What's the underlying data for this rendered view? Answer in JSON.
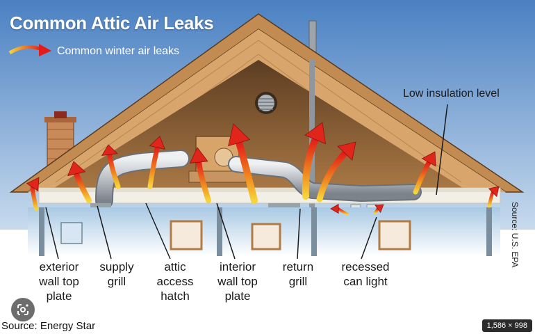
{
  "title": "Common Attic Air Leaks",
  "legend": {
    "label": "Common winter air leaks"
  },
  "annotation": "Low insulation level",
  "credit": "Source: U.S. EPA",
  "callouts": [
    {
      "lines": [
        "exterior",
        "wall top",
        "plate"
      ]
    },
    {
      "lines": [
        "supply",
        "grill"
      ]
    },
    {
      "lines": [
        "attic",
        "access",
        "hatch"
      ]
    },
    {
      "lines": [
        "interior",
        "wall top",
        "plate"
      ]
    },
    {
      "lines": [
        "return",
        "grill"
      ]
    },
    {
      "lines": [
        "recessed",
        "can light"
      ]
    }
  ],
  "footer": {
    "source": "Source: Energy Star",
    "image_size": "1,586 × 998"
  },
  "colors": {
    "sky": "#4f86c6",
    "roof": "#b07c45",
    "insulation": "#f2efe6",
    "arrow": "#e0251b",
    "arrow_tip": "#f5c21a",
    "wall": "#bcd7ec"
  },
  "icons": {
    "lens": "google-lens-icon"
  }
}
